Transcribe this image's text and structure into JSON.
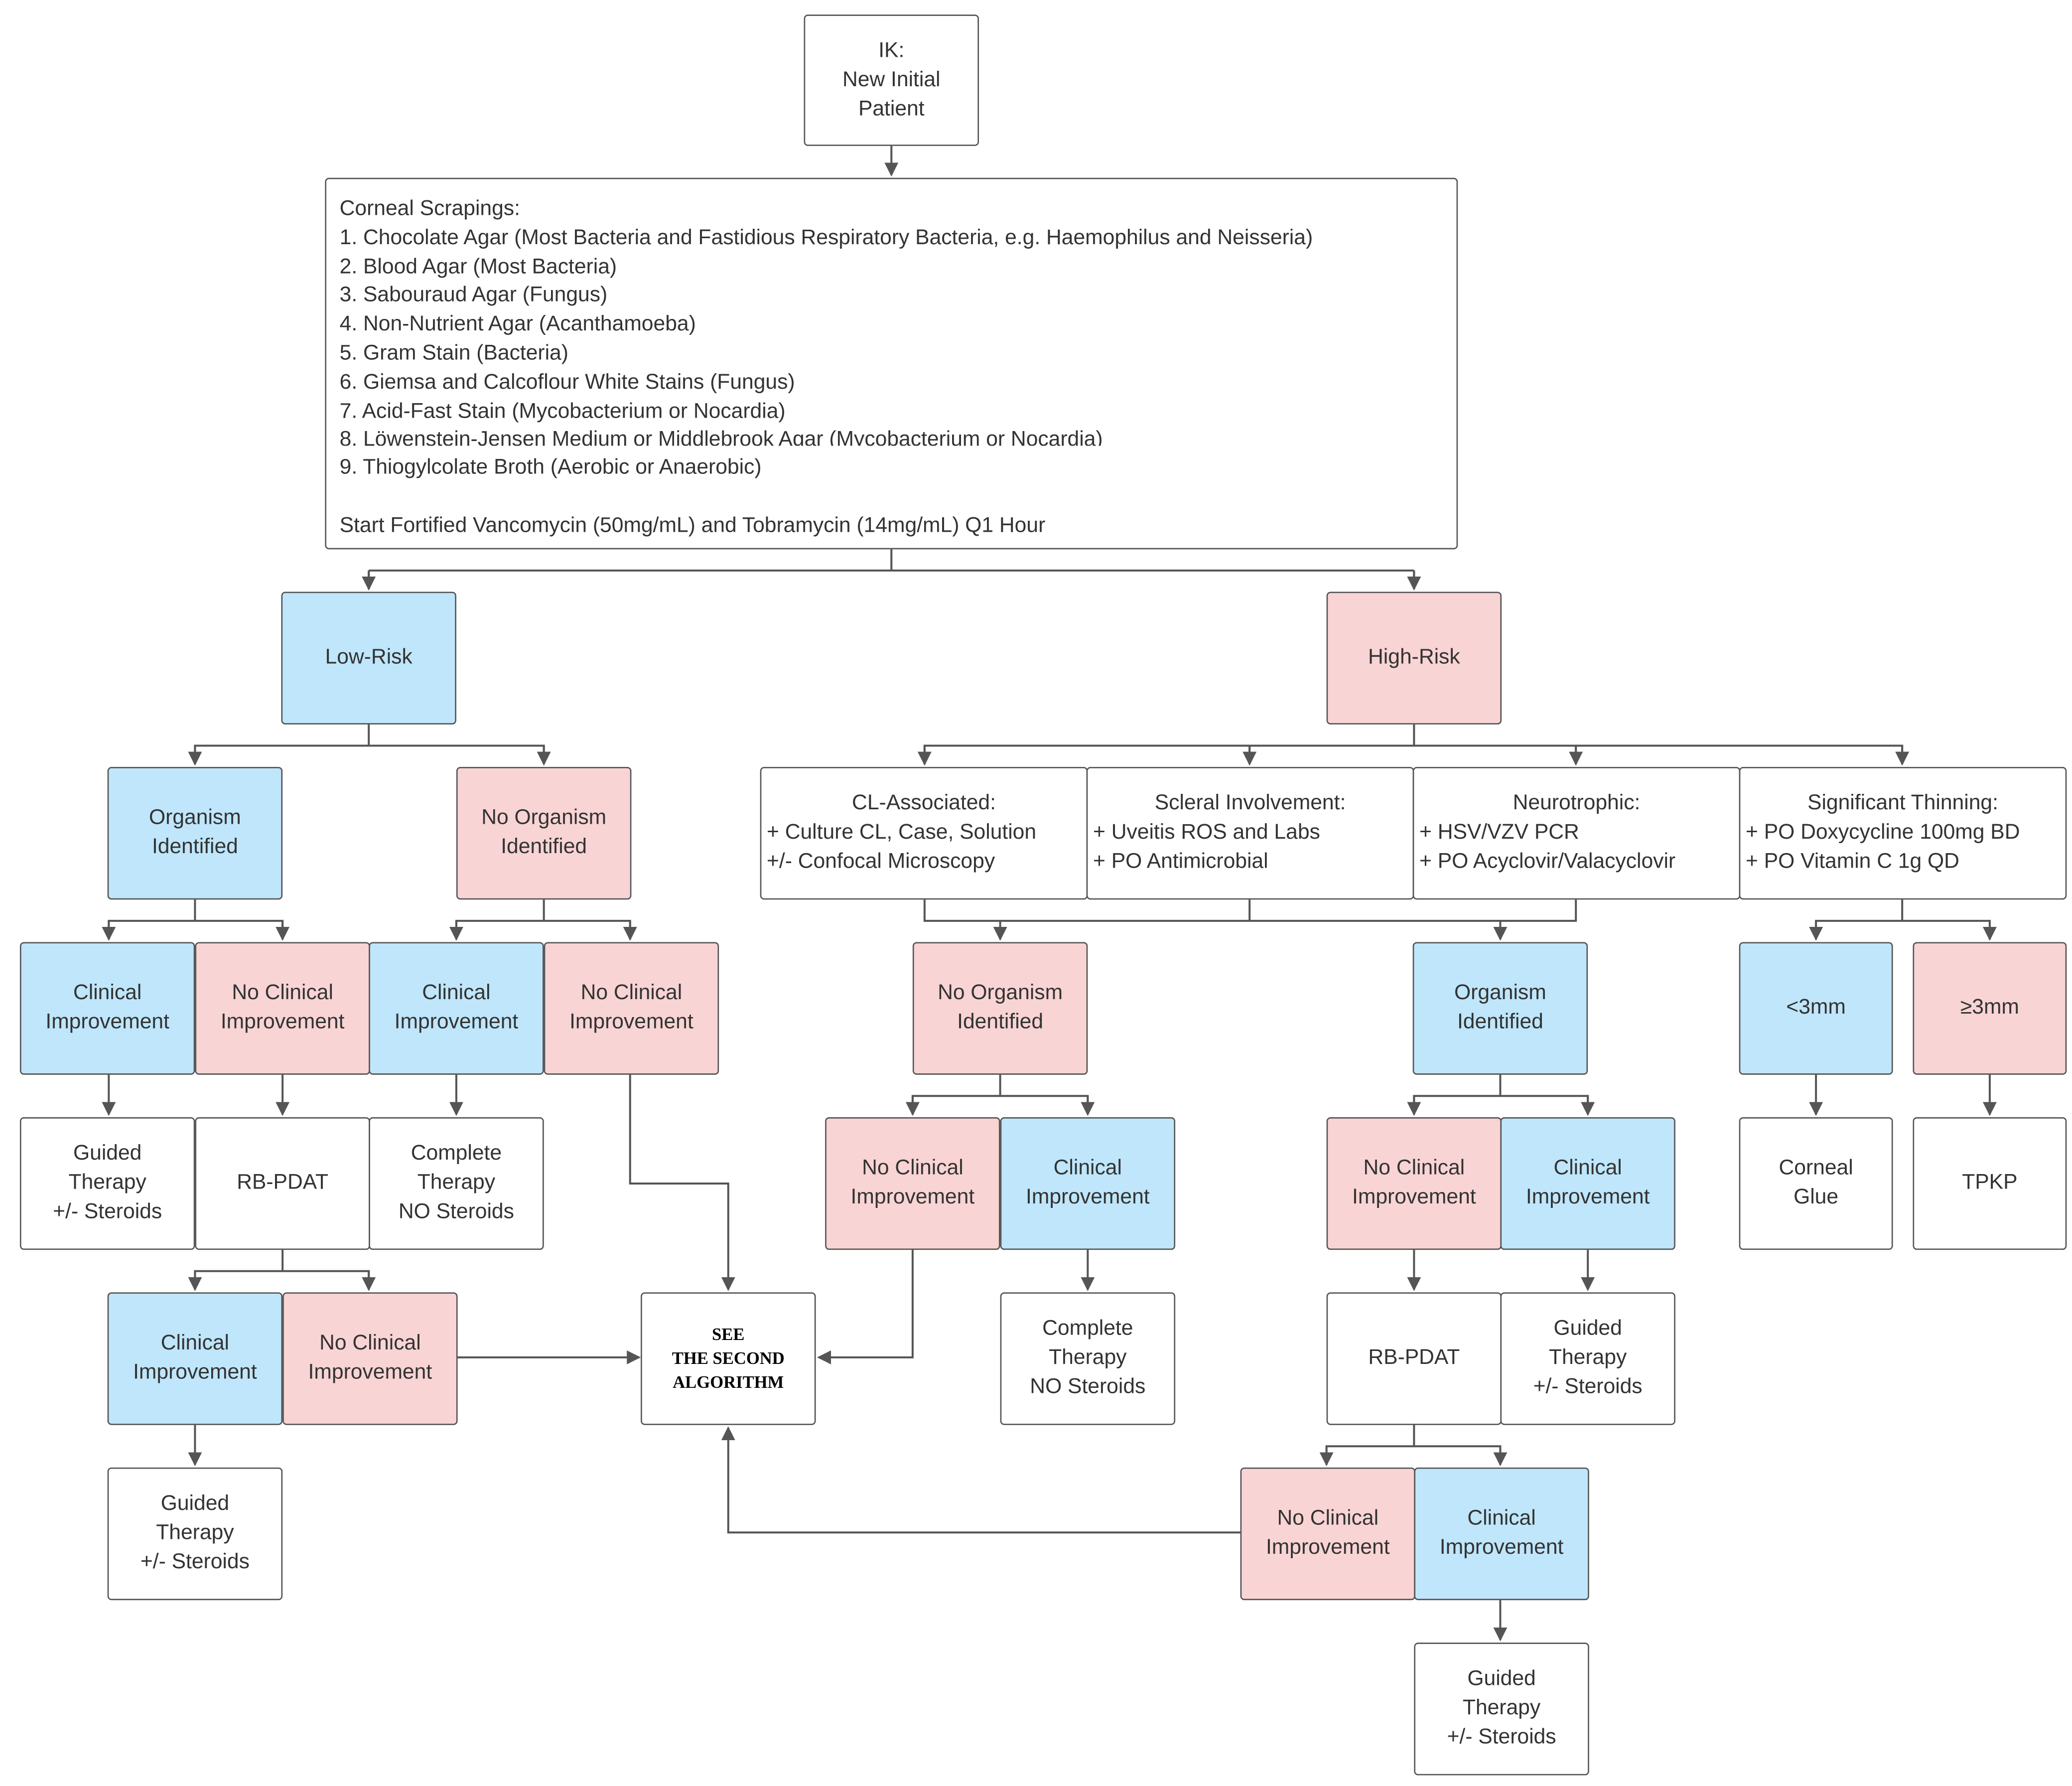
{
  "start": [
    "IK:",
    "New Initial",
    "Patient"
  ],
  "scrapings": {
    "heading": "Corneal Scrapings:",
    "items": [
      "1. Chocolate Agar (Most Bacteria and Fastidious Respiratory Bacteria, e.g. Haemophilus and Neisseria)",
      "2. Blood Agar (Most Bacteria)",
      "3. Sabouraud Agar (Fungus)",
      "4. Non-Nutrient Agar (Acanthamoeba)",
      "5. Gram Stain (Bacteria)",
      "6. Giemsa and Calcoflour White Stains (Fungus)",
      "7. Acid-Fast Stain (Mycobacterium or Nocardia)",
      "8. Löwenstein-Jensen Medium or Middlebrook Agar (Mycobacterium or Nocardia)",
      "9. Thiogylcolate Broth (Aerobic or Anaerobic)"
    ],
    "start_therapy": "Start Fortified Vancomycin (50mg/mL) and Tobramycin (14mg/mL) Q1 Hour"
  },
  "low_risk": {
    "label": "Low-Risk",
    "organism": [
      "Organism",
      "Identified"
    ],
    "no_organism": [
      "No Organism",
      "Identified"
    ],
    "org_improve": [
      "Clinical",
      "Improvement"
    ],
    "org_no_improve": [
      "No Clinical",
      "Improvement"
    ],
    "noorg_improve": [
      "Clinical",
      "Improvement"
    ],
    "noorg_no_improve": [
      "No Clinical",
      "Improvement"
    ],
    "guided": [
      "Guided",
      "Therapy",
      "+/- Steroids"
    ],
    "rbpdat": [
      "RB-PDAT"
    ],
    "complete": [
      "Complete",
      "Therapy",
      "NO Steroids"
    ],
    "rb_improve": [
      "Clinical",
      "Improvement"
    ],
    "rb_no_improve": [
      "No Clinical",
      "Improvement"
    ],
    "rb_guided": [
      "Guided",
      "Therapy",
      "+/- Steroids"
    ]
  },
  "second_algorithm": [
    "SEE",
    "THE SECOND",
    "ALGORITHM"
  ],
  "high_risk": {
    "label": "High-Risk",
    "cl": [
      "CL-Associated:",
      "+ Culture CL, Case, Solution",
      "+/- Confocal Microscopy"
    ],
    "scleral": [
      "Scleral Involvement:",
      "+ Uveitis ROS and Labs",
      "+ PO Antimicrobial"
    ],
    "neuro": [
      "Neurotrophic:",
      "+ HSV/VZV PCR",
      "+ PO Acyclovir/Valacyclovir"
    ],
    "thinning": [
      "Significant Thinning:",
      "+ PO Doxycycline 100mg BD",
      "+ PO Vitamin C 1g QD"
    ],
    "no_organism": [
      "No Organism",
      "Identified"
    ],
    "no_org_no_improve": [
      "No Clinical",
      "Improvement"
    ],
    "no_org_improve": [
      "Clinical",
      "Improvement"
    ],
    "no_org_complete": [
      "Complete",
      "Therapy",
      "NO Steroids"
    ],
    "organism": [
      "Organism",
      "Identified"
    ],
    "org_no_improve": [
      "No Clinical",
      "Improvement"
    ],
    "org_improve": [
      "Clinical",
      "Improvement"
    ],
    "org_rbpdat": [
      "RB-PDAT"
    ],
    "org_guided": [
      "Guided",
      "Therapy",
      "+/- Steroids"
    ],
    "rb_no_improve": [
      "No Clinical",
      "Improvement"
    ],
    "rb_improve": [
      "Clinical",
      "Improvement"
    ],
    "rb_guided": [
      "Guided",
      "Therapy",
      "+/- Steroids"
    ],
    "lt3": [
      "<3mm"
    ],
    "ge3": [
      "≥3mm"
    ],
    "glue": [
      "Corneal",
      "Glue"
    ],
    "tpkp": [
      "TPKP"
    ]
  }
}
